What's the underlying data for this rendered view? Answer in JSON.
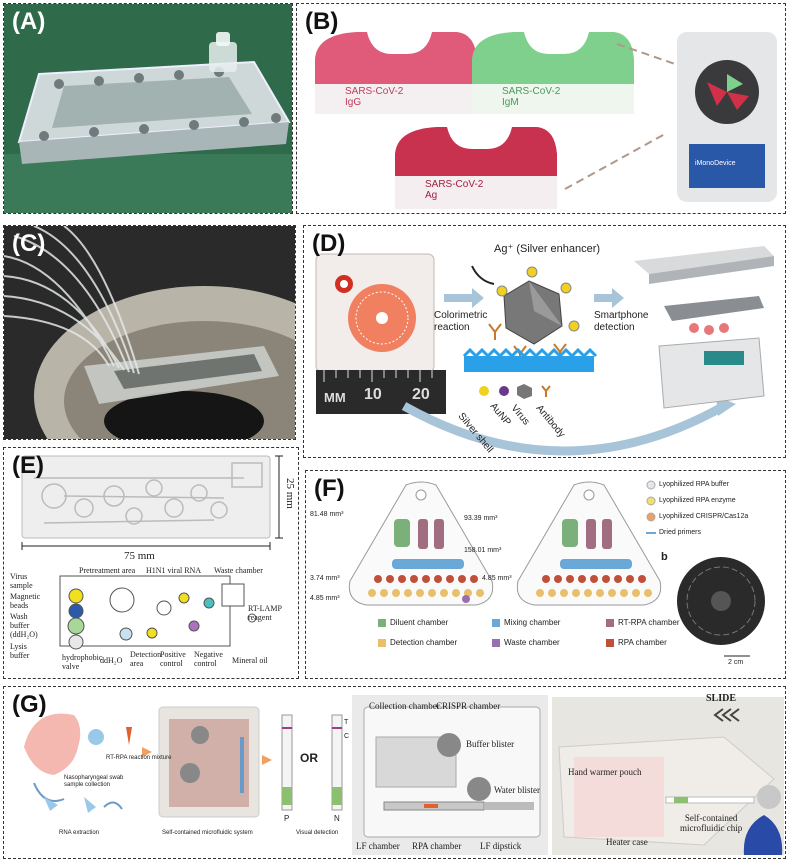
{
  "panels": {
    "a": {
      "label": "(A)"
    },
    "b": {
      "label": "(B)",
      "cards": [
        "SARS-CoV-2\nIgG",
        "SARS-CoV-2\nIgM",
        "SARS-CoV-2\nAg"
      ],
      "device_screen": "iMonoDevice"
    },
    "c": {
      "label": "(C)"
    },
    "d": {
      "label": "(D)",
      "silver_enhancer": "Ag⁺ (Silver enhancer)",
      "colorimetric": "Colorimetric\nreaction",
      "smartphone": "Smartphone\ndetection",
      "ruler_mm": "MM",
      "ruler_10": "10",
      "ruler_20": "20",
      "legend": [
        "Silver shell",
        "AuNP",
        "Virus",
        "Antibody"
      ]
    },
    "e": {
      "label": "(E)",
      "width_dim": "75 mm",
      "height_dim": "25 mm",
      "labels": {
        "virus_sample": "Virus\nsample",
        "magnetic_beads": "Magnetic\nbeads",
        "wash_buffer": "Wash\nbuffer\n(ddH₂O)",
        "lysis_buffer": "Lysis\nbuffer",
        "pretreatment": "Pretreatment area",
        "h1n1": "H1N1 viral RNA",
        "waste": "Waste chamber",
        "rt_lamp": "RT-LAMP\nreagent",
        "hydrophobic": "hydrophobic\nvalve",
        "ddh2o": "ddH₂O",
        "detection": "Detection\narea",
        "positive": "Positive\ncontrol",
        "negative": "Negative\ncontrol",
        "mineral_oil": "Mineral oil"
      }
    },
    "f": {
      "label": "(F)",
      "volumes": [
        "81.48 mm³",
        "93.39 mm³",
        "158.01 mm³",
        "3.74 mm³",
        "4.85 mm³",
        "4.85 mm³"
      ],
      "reagents": [
        "Lyophilized  RPA buffer",
        "Lyophilized  RPA enzyme",
        "Lyophilized  CRISPR/Cas12a",
        "Dried primers"
      ],
      "chambers": [
        "Diluent chamber",
        "Mixing chamber",
        "RT-RPA chamber",
        "Detection chamber",
        "Waste chamber",
        "RPA chamber"
      ],
      "sub_b": "b",
      "scale": "2 cm"
    },
    "g": {
      "label": "(G)",
      "swab": "Nasopharyngeal swab\nsample collection",
      "rt_rpa": "RT-RPA reaction mixture",
      "rna": "RNA extraction",
      "system": "Self-contained microfluidic system",
      "or": "OR",
      "visual": "Visual detection",
      "t": "T",
      "c": "C",
      "p": "P",
      "n": "N",
      "chip_labels": {
        "collection": "Collection chamber",
        "crispr": "CRISPR chamber",
        "buffer": "Buffer blister",
        "water": "Water blister",
        "lf_chamber": "LF chamber",
        "rpa": "RPA chamber",
        "lf_dipstick": "LF dipstick"
      },
      "slide": "SLIDE",
      "hand_warmer": "Hand warmer pouch",
      "heater": "Heater case",
      "chip": "Self-contained\nmicrofluidic chip"
    }
  },
  "colors": {
    "igg": "#e05a7a",
    "igm": "#7ed08c",
    "ag": "#c8324f",
    "diluent": "#7bb07a",
    "mixing": "#6aa8d8",
    "rtrpa": "#a06e80",
    "detection": "#e8c06a",
    "waste": "#9a6fb0",
    "rpa": "#c0503a"
  }
}
